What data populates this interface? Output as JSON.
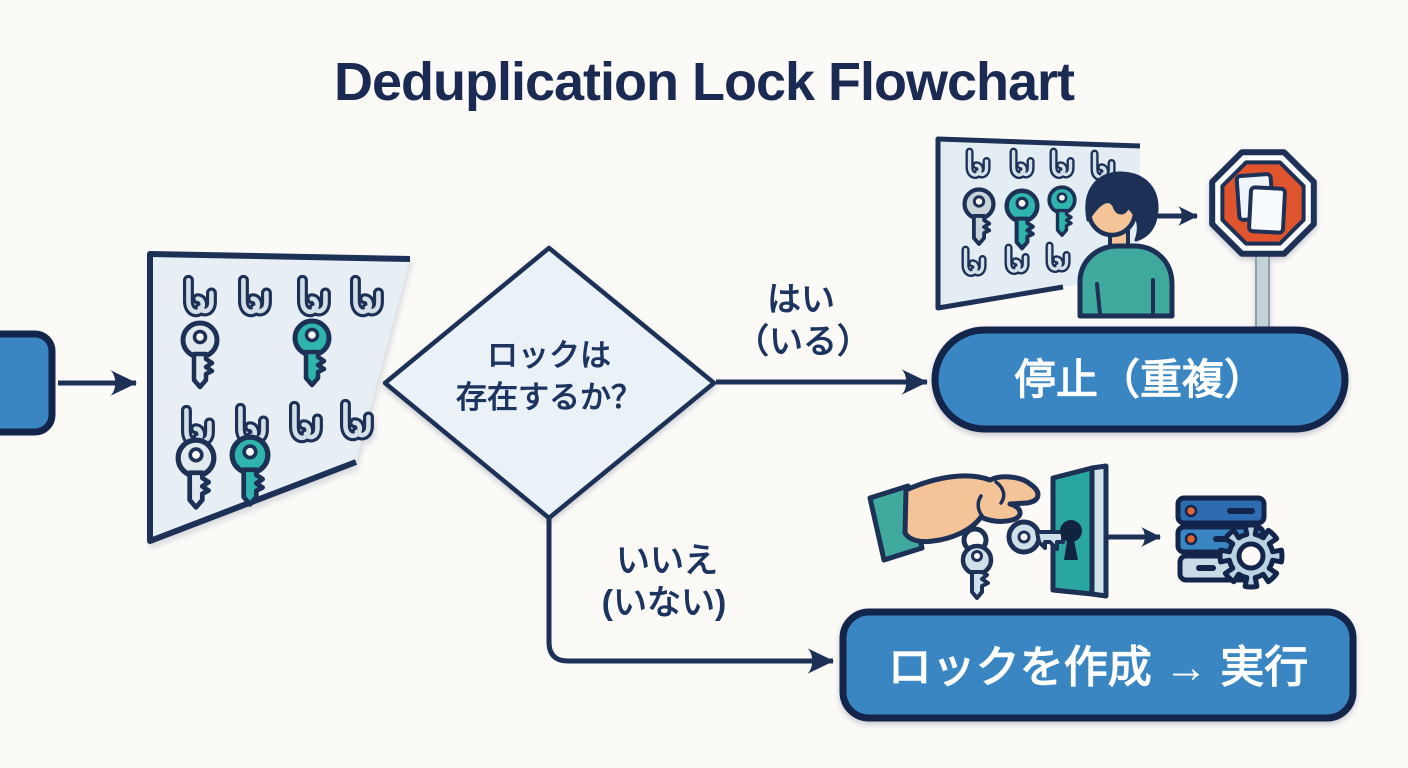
{
  "title": "Deduplication Lock Flowchart",
  "flow": {
    "decision": {
      "line1": "ロックは",
      "line2": "存在するか？"
    },
    "yes_label": {
      "line1": "はい",
      "line2": "（いる）"
    },
    "no_label": {
      "line1": "いいえ",
      "line2": "(いない)"
    },
    "stop_node": {
      "label": "停止（重複）"
    },
    "create_node": {
      "label": "ロックを作成 → 実行"
    }
  },
  "icons": {
    "key_rack_left": "key-rack-board-icon",
    "key_rack_small": "key-rack-board-icon",
    "person": "person-checking-rack-icon",
    "stop_sign": "stop-sign-duplicate-papers-icon",
    "hand_key": "hand-holding-key-icon",
    "key_door": "key-into-keyhole-door-icon",
    "server_gear": "server-with-gear-icon"
  },
  "colors": {
    "background": "#fbfaf7",
    "outline_navy": "#1d3056",
    "title_navy": "#1b2a52",
    "node_blue": "#3a86c3",
    "node_border": "#13254a",
    "panel_fill": "#e7eff5",
    "diamond_fill": "#eaf2f7",
    "teal_accent": "#2fb5ae",
    "shirt_teal": "#3fa99d",
    "door_teal": "#2aa6a0",
    "stop_orange": "#e1552e",
    "key_light": "#dfe9ee",
    "skin": "#f4c397",
    "post_gray": "#c5d2d8",
    "server_blue": "#2e6cb2",
    "server_light": "#c9dbe7",
    "gear_fill": "#b8d3e2"
  }
}
